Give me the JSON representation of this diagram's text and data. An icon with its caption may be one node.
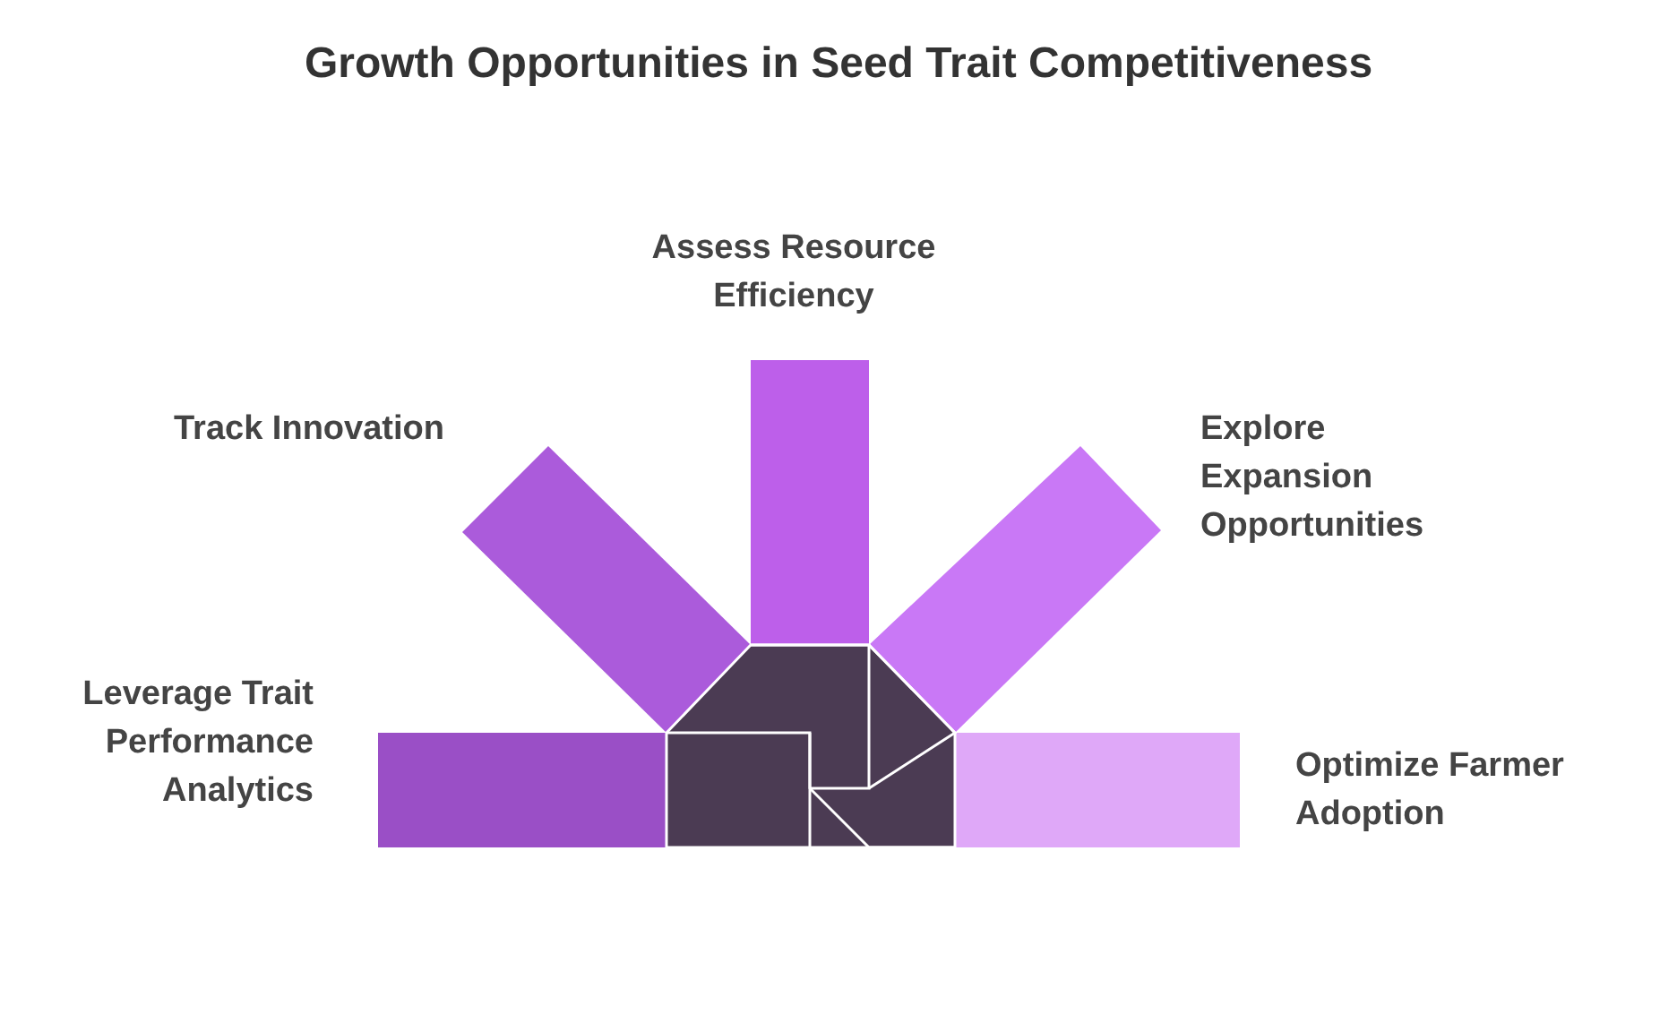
{
  "diagram": {
    "title": "Growth Opportunities in Seed Trait Competitiveness",
    "nodes": [
      {
        "text": [
          "Leverage Trait Performance Analytics"
        ]
      },
      {
        "text": [
          "Track Innovation"
        ]
      },
      {
        "text": [
          "Assess Resource Efficiency"
        ]
      },
      {
        "text": [
          "Explore Expansion Opportunities"
        ]
      },
      {
        "text": [
          "Optimize Farmer Adoption"
        ]
      }
    ],
    "edges": []
  }
}
